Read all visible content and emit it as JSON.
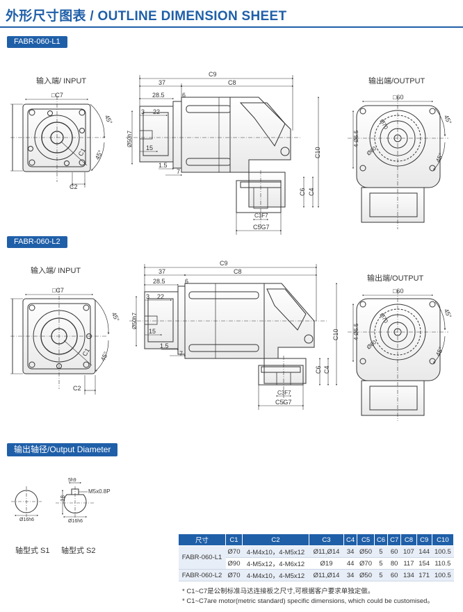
{
  "header": {
    "title": "外形尺寸图表 / OUTLINE DIMENSION SHEET"
  },
  "sections": {
    "l1": "FABR-060-L1",
    "l2": "FABR-060-L2",
    "output": "输出轴径/Output Diameter"
  },
  "views": {
    "input": "输入端/ INPUT",
    "output": "输出端/OUTPUT"
  },
  "dims": {
    "c7": "□C7",
    "c2": "C2",
    "c1": "C1",
    "a45": "45°",
    "c9": "C9",
    "c8": "C8",
    "d37": "37",
    "d28_5": "28.5",
    "d6": "6",
    "d3": "3",
    "d22": "22",
    "d15": "15",
    "d1_5": "1.5",
    "d7": "7",
    "d50h7": "Ø50h7",
    "c10": "C10",
    "c6": "C6",
    "c4": "C4",
    "c3f7": "C3F7",
    "c5g7": "C5G7",
    "sq60": "□60",
    "hole": "4-Ø5.5",
    "d70": "Ø70",
    "d60": "Ø60"
  },
  "shaft": {
    "s1": "轴型式 S1",
    "s2": "轴型式 S2",
    "d16h6": "Ø16h6",
    "key5": "5h9",
    "d18": "18",
    "thread": "M5x0.8P"
  },
  "table": {
    "headers": [
      "尺寸",
      "C1",
      "C2",
      "C3",
      "C4",
      "C5",
      "C6",
      "C7",
      "C8",
      "C9",
      "C10"
    ],
    "rows": [
      {
        "model": "FABR-060-L1",
        "c1": "Ø70",
        "c2": "4-M4x10，4-M5x12",
        "c3": "Ø11,Ø14",
        "c4": "34",
        "c5": "Ø50",
        "c6": "5",
        "c7": "60",
        "c8": "107",
        "c9": "144",
        "c10": "100.5"
      },
      {
        "model": "",
        "c1": "Ø90",
        "c2": "4-M5x12，4-M6x12",
        "c3": "Ø19",
        "c4": "44",
        "c5": "Ø70",
        "c6": "5",
        "c7": "80",
        "c8": "117",
        "c9": "154",
        "c10": "110.5"
      },
      {
        "model": "FABR-060-L2",
        "c1": "Ø70",
        "c2": "4-M4x10，4-M5x12",
        "c3": "Ø11,Ø14",
        "c4": "34",
        "c5": "Ø50",
        "c6": "5",
        "c7": "60",
        "c8": "134",
        "c9": "171",
        "c10": "100.5"
      }
    ]
  },
  "notes": {
    "cn": "* C1~C7是公制标准马达连接板之尺寸,可根据客户要求单独定做。",
    "en": "* C1~C7are motor(metric standard)  specific dimensions, which could be customised。"
  }
}
